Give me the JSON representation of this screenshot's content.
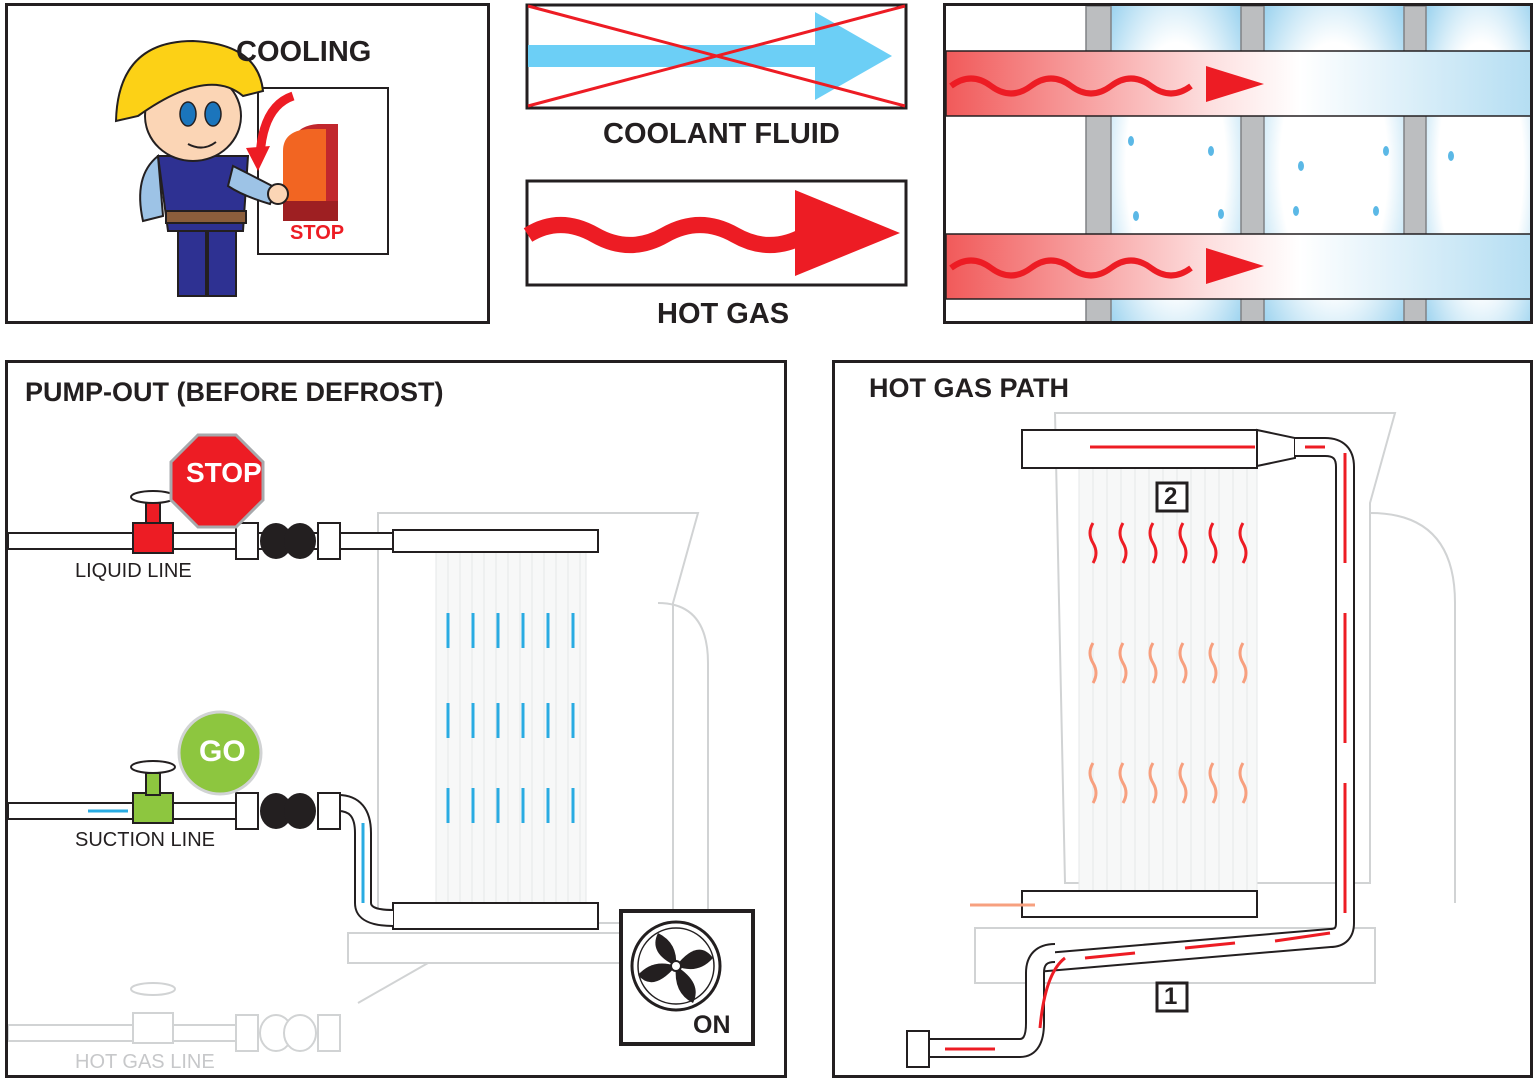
{
  "panels": {
    "cooling": {
      "title": "COOLING",
      "stop_label": "STOP"
    },
    "legend": {
      "coolant_label": "COOLANT FLUID",
      "hot_gas_label": "HOT GAS"
    },
    "pump_out": {
      "title": "PUMP-OUT (BEFORE DEFROST)",
      "stop_sign": "STOP",
      "go_sign": "GO",
      "liquid_line": "LIQUID LINE",
      "suction_line": "SUCTION LINE",
      "hot_gas_line": "HOT GAS LINE",
      "fan_status": "ON"
    },
    "hot_gas_path": {
      "title": "HOT GAS PATH",
      "step_1": "1",
      "step_2": "2"
    }
  },
  "colors": {
    "outline": "#231f20",
    "hot_gas": "#ed1c24",
    "coolant": "#29abe2",
    "ice": "#b3ddf2",
    "stop_red": "#ed1c24",
    "go_green": "#8dc63f",
    "faded": "#cccccc",
    "warm": "#f7a07f"
  },
  "icons": [
    "worker-icon",
    "stop-button-icon",
    "stop-sign-icon",
    "go-sign-icon",
    "valve-icon",
    "fan-icon",
    "arrow-icon"
  ]
}
